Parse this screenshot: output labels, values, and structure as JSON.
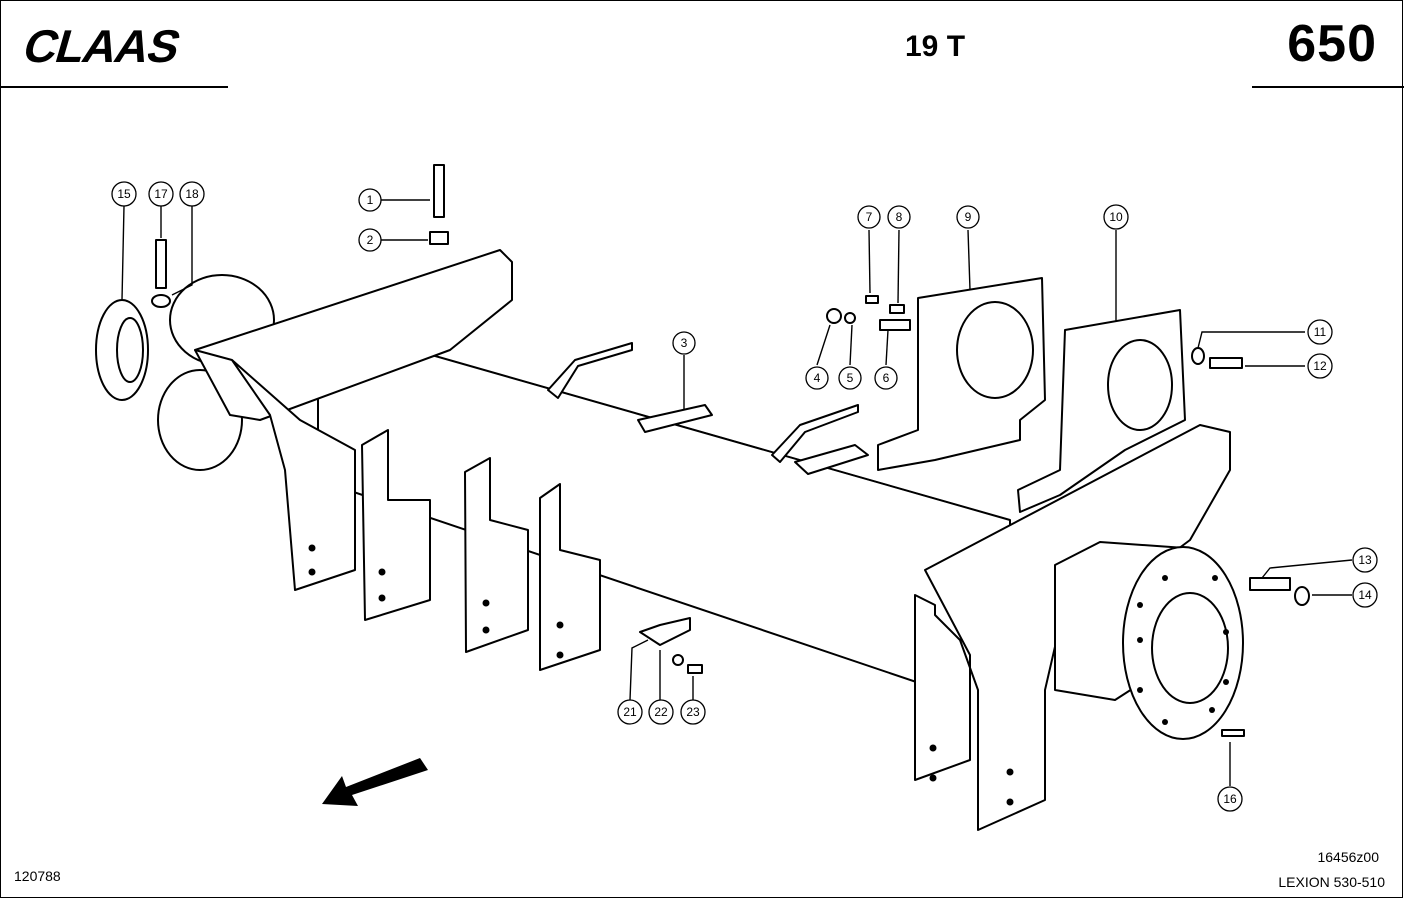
{
  "header": {
    "brand": "CLAAS",
    "group": "19 T",
    "page_number": "650"
  },
  "footer": {
    "left_code": "120788",
    "drawing_number": "16456z00",
    "model": "LEXION 530-510"
  },
  "callouts": [
    {
      "label": "1"
    },
    {
      "label": "2"
    },
    {
      "label": "3"
    },
    {
      "label": "4"
    },
    {
      "label": "5"
    },
    {
      "label": "6"
    },
    {
      "label": "7"
    },
    {
      "label": "8"
    },
    {
      "label": "9"
    },
    {
      "label": "10"
    },
    {
      "label": "11"
    },
    {
      "label": "12"
    },
    {
      "label": "13"
    },
    {
      "label": "14"
    },
    {
      "label": "15"
    },
    {
      "label": "16"
    },
    {
      "label": "17"
    },
    {
      "label": "18"
    },
    {
      "label": "21"
    },
    {
      "label": "22"
    },
    {
      "label": "23"
    }
  ]
}
